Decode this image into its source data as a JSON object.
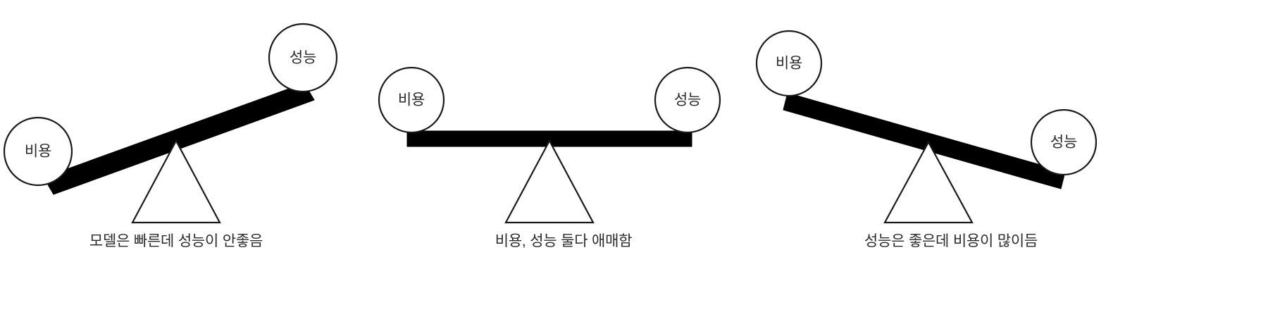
{
  "figure": {
    "title": "",
    "background_color": "#ffffff",
    "text_color": "#2b2b2b",
    "beam_color": "#000000",
    "fulcrum_stroke": "#1a1a1a",
    "circle_fill": "#ffffff",
    "circle_stroke": "#1a1a1a"
  },
  "panels": [
    {
      "id": "panel-cost-cheap-low-performance",
      "caption": "모델은 빠른데 성능이 안좋음",
      "tilt": "left-down",
      "left_node": {
        "label": "비용",
        "side": "left",
        "position": "down"
      },
      "right_node": {
        "label": "성능",
        "side": "right",
        "position": "up"
      }
    },
    {
      "id": "panel-balanced",
      "caption": "비용, 성능 둘다 애매함",
      "tilt": "level",
      "left_node": {
        "label": "비용",
        "side": "left",
        "position": "level"
      },
      "right_node": {
        "label": "성능",
        "side": "right",
        "position": "level"
      }
    },
    {
      "id": "panel-high-performance-high-cost",
      "caption": "성능은 좋은데 비용이 많이듬",
      "tilt": "right-down",
      "left_node": {
        "label": "비용",
        "side": "left",
        "position": "up"
      },
      "right_node": {
        "label": "성능",
        "side": "right",
        "position": "down"
      }
    }
  ]
}
